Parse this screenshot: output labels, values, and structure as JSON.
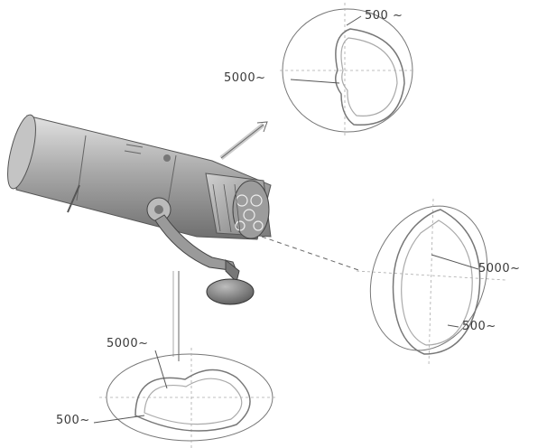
{
  "labels": {
    "top_low": "500 ~",
    "top_high": "5000~",
    "right_high": "5000~",
    "right_low": "500~",
    "bottom_high": "5000~",
    "bottom_low": "500~"
  },
  "colors": {
    "ink": "#3a3a3a",
    "body_dark": "#8a8a8a",
    "body_light": "#d8d8d8"
  }
}
